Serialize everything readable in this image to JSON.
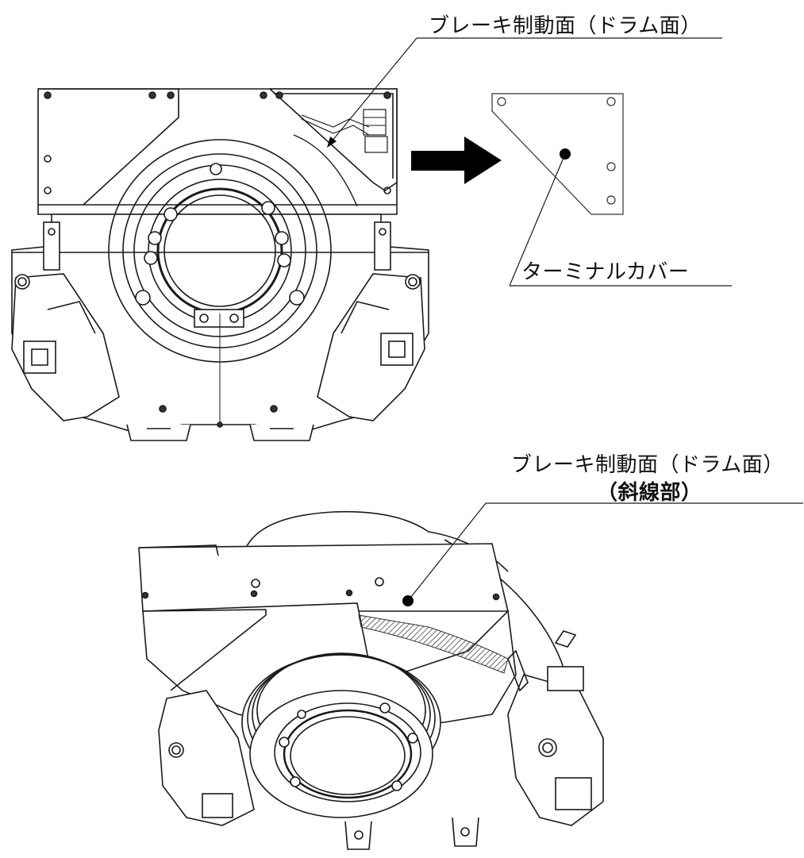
{
  "labels": {
    "brake_surface_top": "ブレーキ制動面（ドラム面）",
    "terminal_cover": "ターミナルカバー",
    "brake_surface_bottom": "ブレーキ制動面（ドラム面）",
    "hatched_part": "（斜線部）"
  },
  "colors": {
    "line": "#1a1a1a",
    "arrow": "#000000",
    "hatch": "#555555"
  }
}
